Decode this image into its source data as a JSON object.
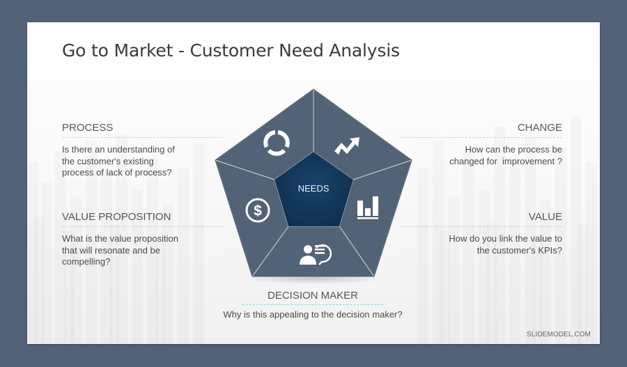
{
  "slide": {
    "title": "Go to Market - Customer Need Analysis",
    "brand": "SLIDEMODEL.COM"
  },
  "sections": {
    "process": {
      "heading": "PROCESS",
      "lines": [
        "Is there an understanding of",
        "the customer's existing",
        "process of lack of process?"
      ]
    },
    "value_proposition": {
      "heading": "VALUE PROPOSITION",
      "lines": [
        "What is the value proposition",
        "that will resonate and be",
        "compelling?"
      ]
    },
    "change": {
      "heading": "CHANGE",
      "lines": [
        "How can the process be",
        "changed for  improvement ?"
      ]
    },
    "value": {
      "heading": "VALUE",
      "lines": [
        "How do you link the value to",
        "the customer's KPIs?"
      ]
    },
    "decision_maker": {
      "heading": "DECISION MAKER",
      "lines": [
        "Why is this appealing to the decision maker?"
      ]
    }
  },
  "diagram": {
    "center_label": "NEEDS",
    "segments": [
      {
        "name": "process",
        "icon": "cycle-icon"
      },
      {
        "name": "change",
        "icon": "trend-arrow-icon"
      },
      {
        "name": "value",
        "icon": "bar-chart-icon"
      },
      {
        "name": "decision-maker",
        "icon": "person-speech-icon"
      },
      {
        "name": "value-proposition",
        "icon": "dollar-circle-icon"
      }
    ],
    "colors": {
      "outer": "#536377",
      "center": "#12375a",
      "divider": "#c8d0da",
      "icon": "#ffffff"
    }
  },
  "colors": {
    "frame_background": "#536377",
    "title_text": "#3a3a3a",
    "body_text": "#4a4a4a",
    "decision_divider": "#8fd6dd"
  }
}
